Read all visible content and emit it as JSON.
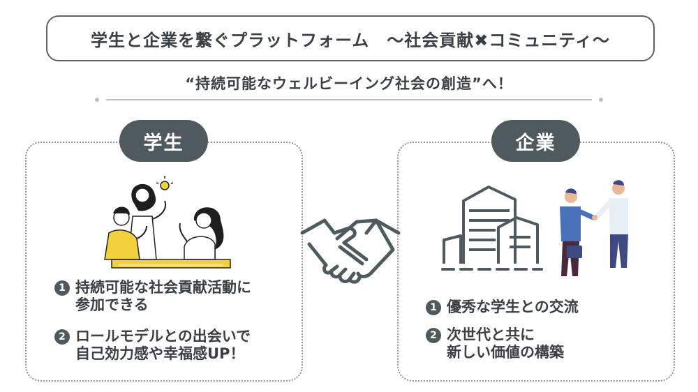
{
  "title": "学生と企業を繋ぐプラットフォーム　〜社会貢献✖︎コミュニティ〜",
  "subtitle": "“持続可能なウェルビーイング社会の創造”へ！",
  "students": {
    "label": "学生",
    "items": [
      {
        "num": "1",
        "line1": "持続可能な社会貢献活動に",
        "line2": "参加できる"
      },
      {
        "num": "2",
        "line1": "ロールモデルとの出会いで",
        "line2": "自己効力感や幸福感UP！"
      }
    ]
  },
  "companies": {
    "label": "企業",
    "items": [
      {
        "num": "1",
        "line1": "優秀な学生との交流",
        "line2": ""
      },
      {
        "num": "2",
        "line1": "次世代と共に",
        "line2": "新しい価値の構築"
      }
    ]
  },
  "icons": {
    "students": "students-discussing-illustration",
    "handshake": "handshake-icon",
    "building": "office-building-icon",
    "businessmen": "businessmen-handshake-illustration"
  },
  "colors": {
    "dark": "#4f5a5f",
    "text": "#3a3f43",
    "accent_yellow": "#f2d23c",
    "suit_blue": "#3f4a80"
  }
}
